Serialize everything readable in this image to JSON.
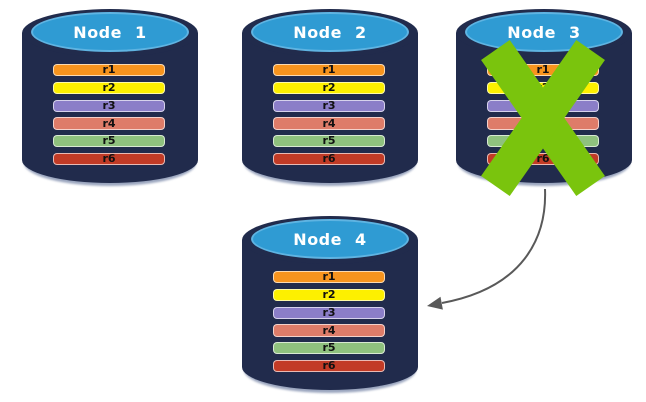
{
  "diagram": {
    "description": "Database replication failover diagram: four database nodes each holding replicas r1-r6; Node 3 is crossed out (failed) and an arrow shows its data moving to Node 4",
    "nodes": [
      {
        "title": "Node 1",
        "failed": false
      },
      {
        "title": "Node 2",
        "failed": false
      },
      {
        "title": "Node 3",
        "failed": true
      },
      {
        "title": "Node 4",
        "failed": false
      }
    ],
    "replicas": [
      {
        "label": "r1",
        "color": "#F7941E"
      },
      {
        "label": "r2",
        "color": "#FDF000"
      },
      {
        "label": "r3",
        "color": "#8B7EC8"
      },
      {
        "label": "r4",
        "color": "#DE7C69"
      },
      {
        "label": "r5",
        "color": "#8FC17E"
      },
      {
        "label": "r6",
        "color": "#C23B26"
      }
    ],
    "colors": {
      "cylinder_body": "#212B4C",
      "cylinder_bottom_rim": "#9AA5BE",
      "cylinder_top": "#2F9BD3",
      "cylinder_top_rim": "#5FB4E2",
      "title_text": "#FFFFFF",
      "replica_text": "#111111",
      "failure_cross": "#7AC40D",
      "arrow": "#595959"
    },
    "icons": {
      "failure_cross": "x-mark",
      "failover_arrow": "curved-arrow-left"
    }
  }
}
